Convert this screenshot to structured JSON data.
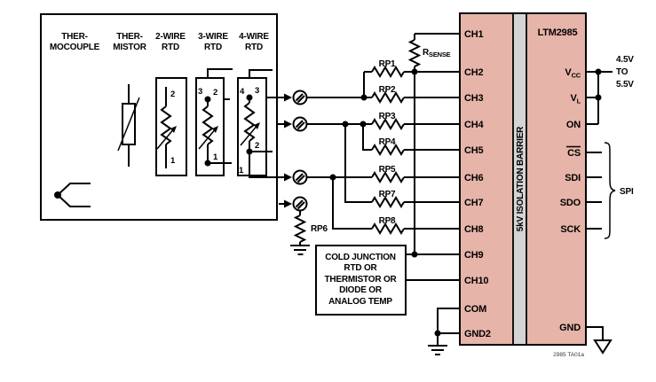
{
  "sensor_box": {
    "columns": [
      {
        "line1": "THER-",
        "line2": "MOCOUPLE"
      },
      {
        "line1": "THER-",
        "line2": "MISTOR"
      },
      {
        "line1": "2-WIRE",
        "line2": "RTD"
      },
      {
        "line1": "3-WIRE",
        "line2": "RTD"
      },
      {
        "line1": "4-WIRE",
        "line2": "RTD"
      }
    ],
    "rtd2_pins": [
      "2",
      "1"
    ],
    "rtd3_pins": [
      "3",
      "2",
      "1"
    ],
    "rtd4_pins": [
      "4",
      "3",
      "2",
      "1"
    ]
  },
  "resistors": {
    "rsense": {
      "main": "R",
      "sub": "SENSE"
    },
    "rp": [
      "RP1",
      "RP2",
      "RP3",
      "RP4",
      "RP5",
      "RP6",
      "RP7",
      "RP8"
    ]
  },
  "cold_junction_box": {
    "lines": [
      "COLD JUNCTION",
      "RTD OR",
      "THERMISTOR OR",
      "DIODE OR",
      "ANALOG TEMP"
    ]
  },
  "ic": {
    "name": "LTM2985",
    "isolation": "5kV ISOLATION BARRIER",
    "left_pins": [
      "CH1",
      "CH2",
      "CH3",
      "CH4",
      "CH5",
      "CH6",
      "CH7",
      "CH8",
      "CH9",
      "CH10",
      "COM",
      "GND2"
    ],
    "right": {
      "vcc": {
        "main": "V",
        "sub": "CC"
      },
      "vl": {
        "main": "V",
        "sub": "L"
      },
      "on": "ON",
      "cs": "CS",
      "sdi": "SDI",
      "sdo": "SDO",
      "sck": "SCK",
      "gnd": "GND"
    }
  },
  "annotations": {
    "supply": [
      "4.5V",
      "TO",
      "5.5V"
    ],
    "spi": "SPI",
    "figure_id": "2985 TA01a"
  },
  "colors": {
    "ic_fill": "#E7B4A9",
    "barrier_fill": "#D4D4D4",
    "wire": "#000000",
    "background": "#FFFFFF"
  }
}
